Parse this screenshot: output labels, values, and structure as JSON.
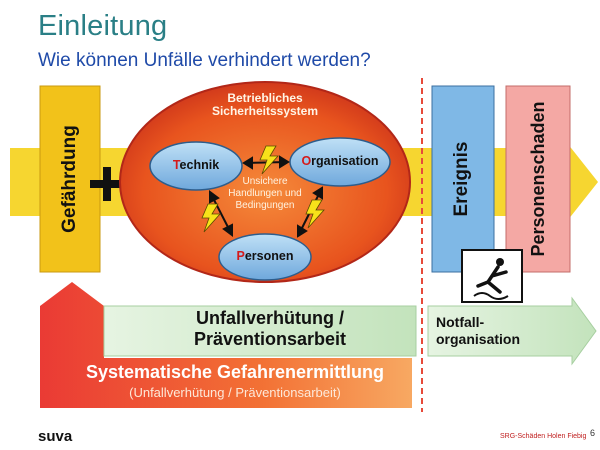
{
  "header": {
    "title": "Einleitung",
    "subtitle": "Wie können Unfälle verhindert werden?"
  },
  "left_box": {
    "label": "Gefährdung"
  },
  "plus": {
    "symbol": "+"
  },
  "system": {
    "title_line1": "Betriebliches",
    "title_line2": "Sicherheitssystem",
    "center_line1": "Unsichere",
    "center_line2": "Handlungen und",
    "center_line3": "Bedingungen",
    "nodes": {
      "technik": {
        "initial": "T",
        "rest": "echnik"
      },
      "organisation": {
        "initial": "O",
        "rest": "rganisation"
      },
      "personen": {
        "initial": "P",
        "rest": "ersonen"
      }
    }
  },
  "right_boxes": {
    "ereignis": "Ereignis",
    "personenschaden": "Personenschaden"
  },
  "bottom": {
    "unfallverhuetung_line1": "Unfallverhütung /",
    "unfallverhuetung_line2": "Präventionsarbeit",
    "notfall_line1": "Notfall-",
    "notfall_line2": "organisation",
    "gefahren_line1": "Systematische Gefahrenermittlung",
    "gefahren_line2": "(Unfallverhütung / Präventionsarbeit)"
  },
  "footer": {
    "brand": "suva",
    "note": "SRG-Schäden Holen Fiebig",
    "page": "6"
  },
  "colors": {
    "title": "#2a7f86",
    "subtitle": "#1f4aa8",
    "arrow_yellow": "#f5d21a",
    "gefaehrdung": "#f2c21a",
    "ellipse_fill": "#e8541e",
    "node_fill": "#8fc3ea",
    "ereignis_fill": "#7fb8e6",
    "personenschaden_fill": "#f4a8a4",
    "green_arrow": "#cfe9c9",
    "red_band": "#f1512a",
    "divider": "#e74a3a",
    "initial_red": "#d51a1a"
  }
}
